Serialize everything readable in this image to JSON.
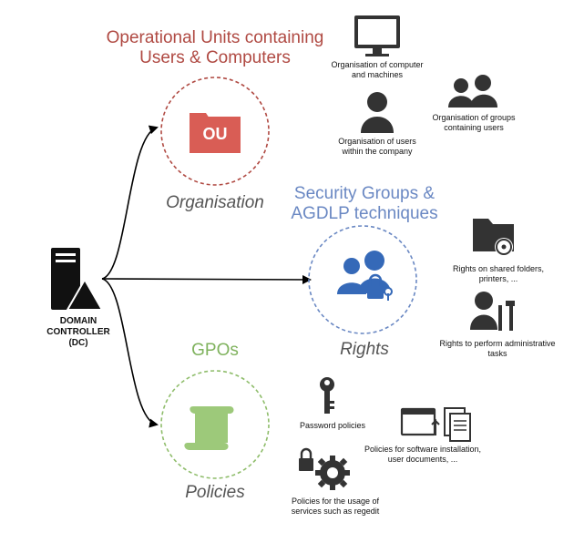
{
  "colors": {
    "ou_red": "#d95d55",
    "ou_heading": "#b04a43",
    "rights_blue": "#3569b8",
    "rights_heading": "#6a88c3",
    "gpo_green": "#8fbd6b",
    "gpo_heading": "#7fb25d",
    "icon_dark": "#333333",
    "area_label": "#555555"
  },
  "domain_controller": {
    "label_line1": "DOMAIN",
    "label_line2": "CONTROLLER",
    "label_line3": "(DC)",
    "icon": "server-warning-icon"
  },
  "organisation": {
    "heading_line1": "Operational Units containing",
    "heading_line2": "Users & Computers",
    "badge": "OU",
    "area_label": "Organisation",
    "items": [
      {
        "icon": "monitor-icon",
        "line1": "Organisation of computer",
        "line2": "and machines"
      },
      {
        "icon": "user-icon",
        "line1": "Organisation of users",
        "line2": "within the company"
      },
      {
        "icon": "users-group-icon",
        "line1": "Organisation of groups",
        "line2": "containing users"
      }
    ]
  },
  "rights": {
    "heading_line1": "Security Groups &",
    "heading_line2": "AGDLP techniques",
    "area_label": "Rights",
    "items": [
      {
        "icon": "shared-folder-icon",
        "line1": "Rights on shared folders,",
        "line2": "printers, ..."
      },
      {
        "icon": "admin-tools-icon",
        "line1": "Rights to perform administrative",
        "line2": "tasks"
      }
    ]
  },
  "policies": {
    "heading": "GPOs",
    "area_label": "Policies",
    "items": [
      {
        "icon": "key-icon",
        "line1": "Password policies",
        "line2": ""
      },
      {
        "icon": "software-install-icon",
        "line1": "Policies for software installation,",
        "line2": "user documents, ..."
      },
      {
        "icon": "lock-gear-icon",
        "line1": "Policies for the usage of",
        "line2": "services such as regedit"
      }
    ]
  }
}
